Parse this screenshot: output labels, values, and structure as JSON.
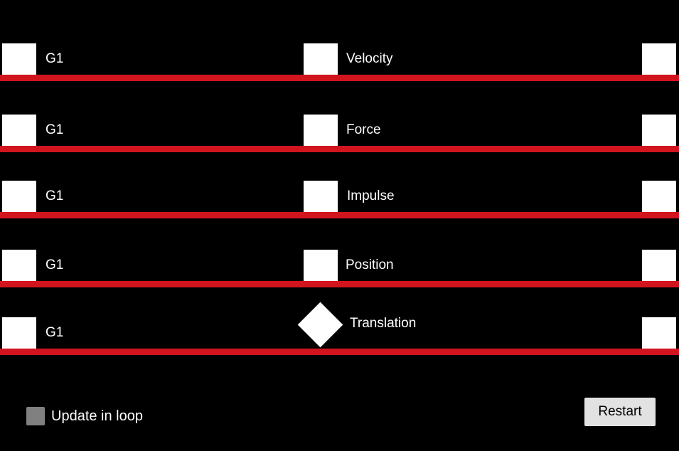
{
  "colors": {
    "background": "#000000",
    "track": "#d2141e",
    "box": "#ffffff",
    "checkbox": "#808080",
    "button": "#e2e2e2"
  },
  "lanes": [
    {
      "left_label": "G1",
      "middle_label": "Velocity",
      "middle_shape": "square"
    },
    {
      "left_label": "G1",
      "middle_label": "Force",
      "middle_shape": "square"
    },
    {
      "left_label": "G1",
      "middle_label": "Impulse",
      "middle_shape": "square"
    },
    {
      "left_label": "G1",
      "middle_label": "Position",
      "middle_shape": "square"
    },
    {
      "left_label": "G1",
      "middle_label": "Translation",
      "middle_shape": "diamond"
    }
  ],
  "controls": {
    "loop_label": "Update in loop",
    "loop_checked": false,
    "restart_label": "Restart"
  }
}
